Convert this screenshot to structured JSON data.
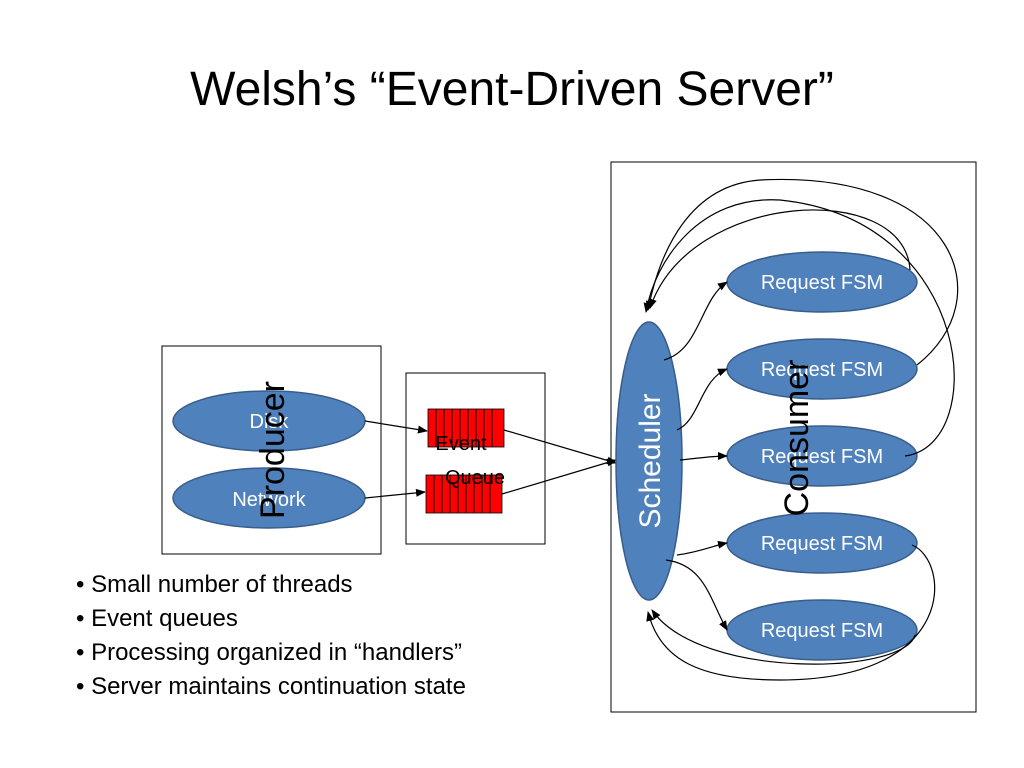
{
  "slide": {
    "title": "Welsh’s “Event-Driven Server”",
    "bullets": [
      "Small number of threads",
      "Event queues",
      "Processing organized in “handlers”",
      "Server maintains continuation state"
    ]
  },
  "producer": {
    "label": "Producer",
    "sources": [
      "Disk",
      "Network"
    ]
  },
  "queue": {
    "label_line1": "Event",
    "label_line2": "Queue",
    "queue_color": "#ff0000"
  },
  "consumer": {
    "label": "Consumer",
    "scheduler_label": "Scheduler",
    "fsms": [
      "Request FSM",
      "Request FSM",
      "Request FSM",
      "Request FSM",
      "Request FSM"
    ]
  },
  "colors": {
    "node_fill": "#4f81bd",
    "node_stroke": "#385d8a"
  }
}
